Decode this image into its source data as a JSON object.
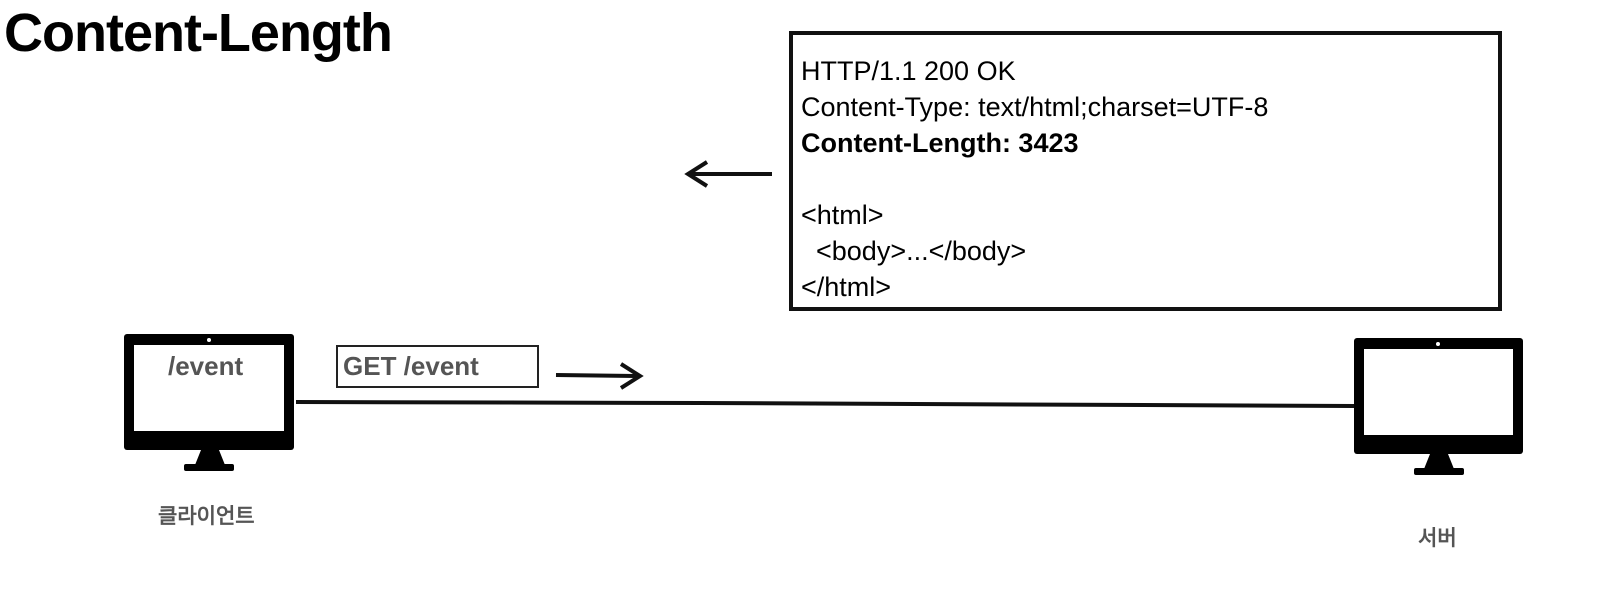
{
  "title": "Content-Length",
  "response": {
    "lines": [
      "HTTP/1.1 200 OK",
      "Content-Type: text/html;charset=UTF-8",
      "Content-Length: 3423",
      "",
      "<html>",
      "  <body>...</body>",
      "</html>"
    ]
  },
  "client": {
    "screen_text": "/event",
    "label": "클라이언트"
  },
  "request": {
    "label": "GET /event"
  },
  "server": {
    "label": "서버"
  }
}
